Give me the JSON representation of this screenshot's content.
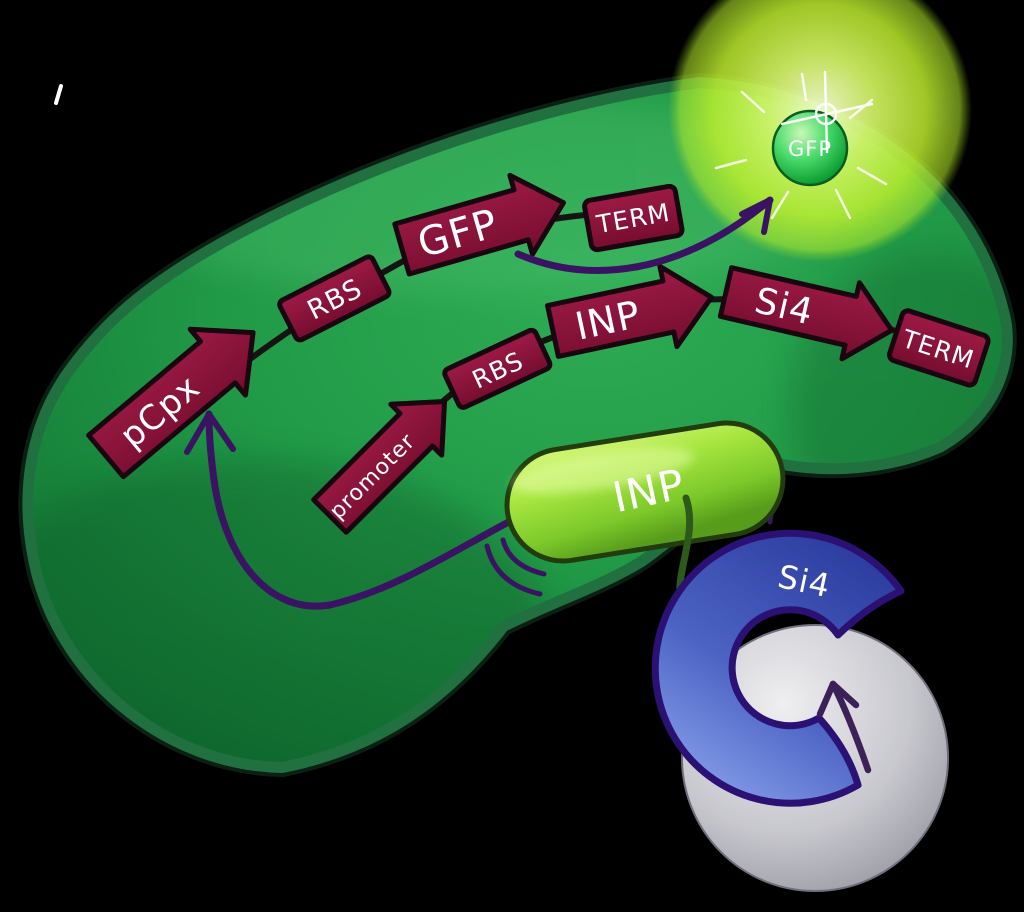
{
  "colors": {
    "background": "#000000",
    "cell_fill": "#1f9846",
    "cell_rim": "#20713f",
    "cell_outline": "#0b2013",
    "gene_maroon": "#a21c48",
    "gene_outline": "#190610",
    "backbone_black": "#141414",
    "regulatory_purple": "#3a1363",
    "inp_lime": "#9ade35",
    "inp_outline": "#223c0e",
    "gfp_green": "#2ecc55",
    "glow_lime": "#c8f53a",
    "si4_blue": "#3d55b8",
    "si4_outline": "#2a1173",
    "substrate_gray": "#c9c9cf",
    "tether_green": "#2d5a1b",
    "label_white": "#ffffff"
  },
  "top_cassette": {
    "parts": [
      {
        "role": "promoter-arrow",
        "label": "pCpx"
      },
      {
        "role": "rbs-box",
        "label": "RBS"
      },
      {
        "role": "gene-arrow",
        "label": "GFP"
      },
      {
        "role": "terminator-box",
        "label": "TERM"
      }
    ]
  },
  "bottom_cassette": {
    "parts": [
      {
        "role": "promoter-arrow",
        "label": "promoter"
      },
      {
        "role": "rbs-box",
        "label": "RBS"
      },
      {
        "role": "gene-arrow",
        "label": "INP"
      },
      {
        "role": "gene-arrow",
        "label": "Si4"
      },
      {
        "role": "terminator-box",
        "label": "TERM"
      }
    ]
  },
  "proteins": {
    "gfp": {
      "label": "GFP"
    },
    "inp": {
      "label": "INP"
    },
    "si4": {
      "label": "Si4"
    }
  }
}
